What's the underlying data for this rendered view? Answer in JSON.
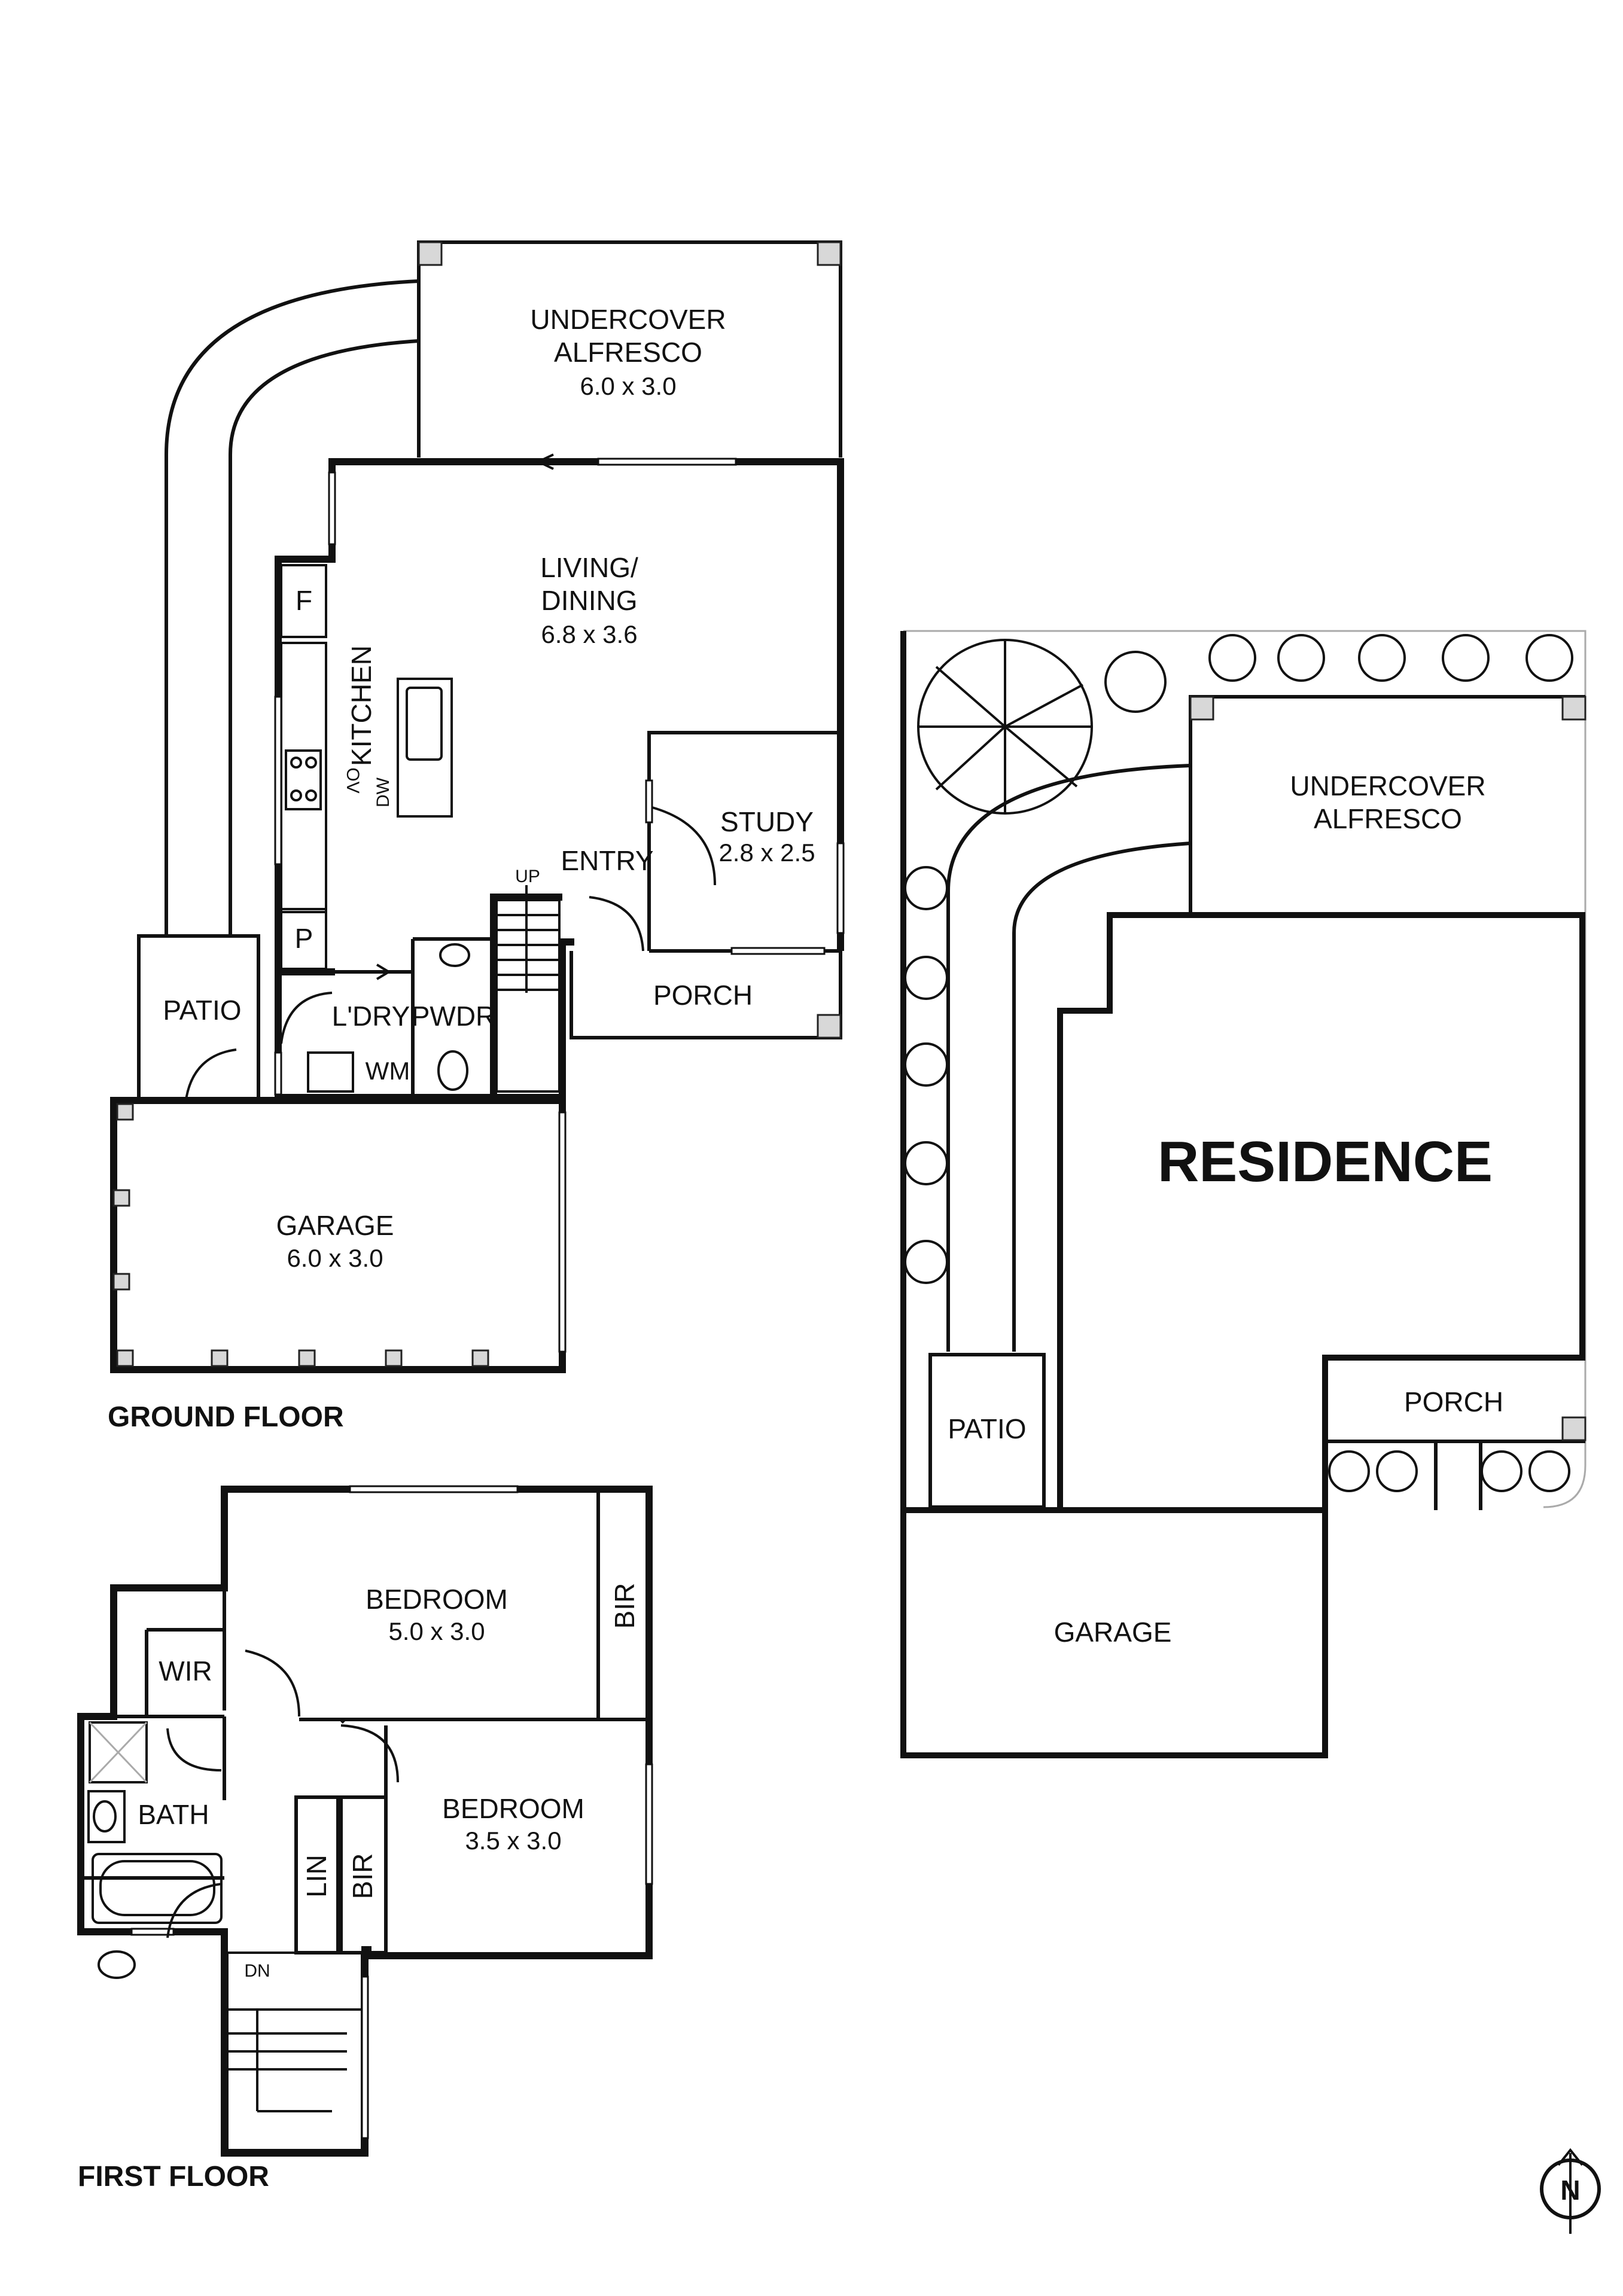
{
  "ground_floor": {
    "title": "GROUND FLOOR",
    "alfresco": {
      "name": "UNDERCOVER",
      "name2": "ALFRESCO",
      "size": "6.0 x 3.0"
    },
    "living": {
      "name": "LIVING/",
      "name2": "DINING",
      "size": "6.8 x 3.6"
    },
    "kitchen": {
      "name": "KITCHEN"
    },
    "fridge": "F",
    "pantry": "P",
    "oven": "OV",
    "dishwasher": "DW",
    "study": {
      "name": "STUDY",
      "size": "2.8 x 2.5"
    },
    "entry": "ENTRY",
    "stairs_up": "UP",
    "porch": "PORCH",
    "patio": "PATIO",
    "laundry": "L'DRY",
    "powder": "PWDR",
    "washing_machine": "WM",
    "garage": {
      "name": "GARAGE",
      "size": "6.0 x 3.0"
    }
  },
  "first_floor": {
    "title": "FIRST FLOOR",
    "bedroom1": {
      "name": "BEDROOM",
      "size": "5.0 x 3.0"
    },
    "bir1": "BIR",
    "wir": "WIR",
    "bath": "BATH",
    "bedroom2": {
      "name": "BEDROOM",
      "size": "3.5 x 3.0"
    },
    "linen": "LIN",
    "bir2": "BIR",
    "stairs_down": "DN"
  },
  "site_plan": {
    "alfresco": {
      "name": "UNDERCOVER",
      "name2": "ALFRESCO"
    },
    "residence": "RESIDENCE",
    "porch": "PORCH",
    "patio": "PATIO",
    "garage": "GARAGE"
  },
  "compass": {
    "label": "N"
  }
}
